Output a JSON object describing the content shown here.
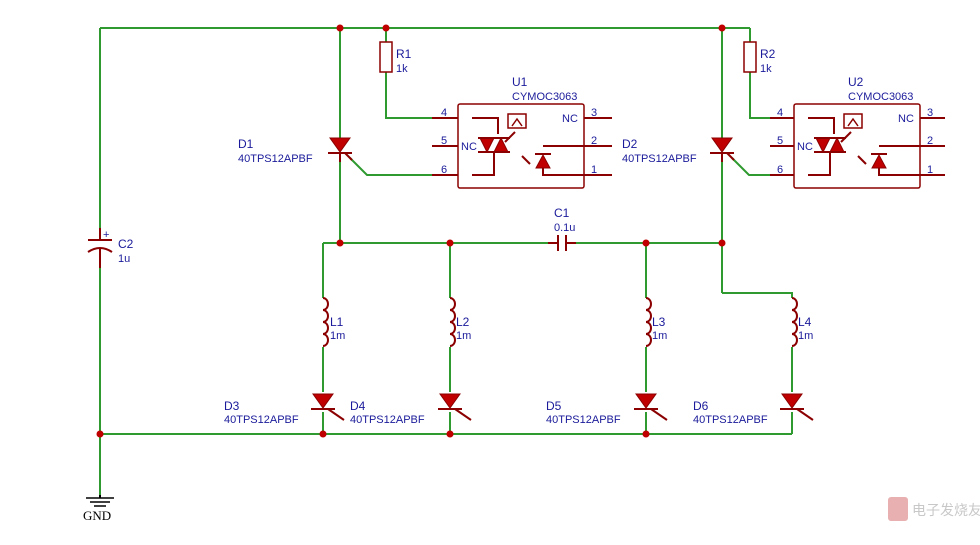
{
  "components": {
    "R1": {
      "ref": "R1",
      "value": "1k"
    },
    "R2": {
      "ref": "R2",
      "value": "1k"
    },
    "C1": {
      "ref": "C1",
      "value": "0.1u"
    },
    "C2": {
      "ref": "C2",
      "value": "1u"
    },
    "L1": {
      "ref": "L1",
      "value": "1m"
    },
    "L2": {
      "ref": "L2",
      "value": "1m"
    },
    "L3": {
      "ref": "L3",
      "value": "1m"
    },
    "L4": {
      "ref": "L4",
      "value": "1m"
    },
    "D1": {
      "ref": "D1",
      "value": "40TPS12APBF"
    },
    "D2": {
      "ref": "D2",
      "value": "40TPS12APBF"
    },
    "D3": {
      "ref": "D3",
      "value": "40TPS12APBF"
    },
    "D4": {
      "ref": "D4",
      "value": "40TPS12APBF"
    },
    "D5": {
      "ref": "D5",
      "value": "40TPS12APBF"
    },
    "D6": {
      "ref": "D6",
      "value": "40TPS12APBF"
    },
    "U1": {
      "ref": "U1",
      "value": "CYMOC3063",
      "pins": [
        "4",
        "5",
        "6",
        "3",
        "2",
        "1"
      ],
      "nc": "NC"
    },
    "U2": {
      "ref": "U2",
      "value": "CYMOC3063",
      "pins": [
        "4",
        "5",
        "6",
        "3",
        "2",
        "1"
      ],
      "nc": "NC"
    }
  },
  "ground_label": "GND",
  "watermark": "电子发烧友"
}
